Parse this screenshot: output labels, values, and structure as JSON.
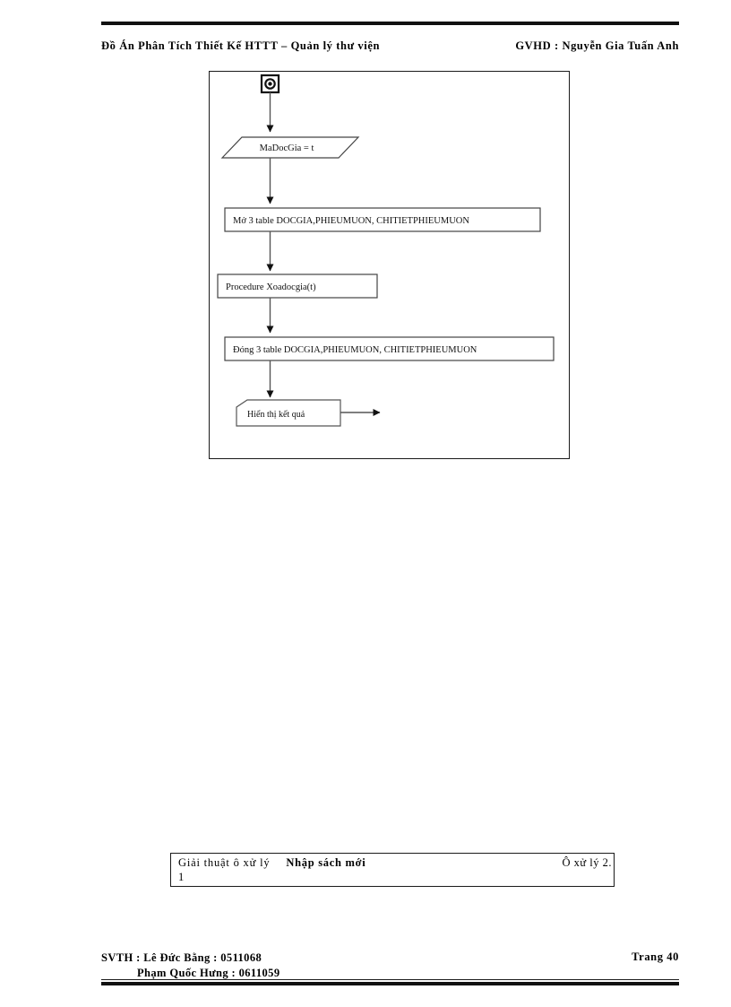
{
  "header": {
    "left_text": "Đồ Án Phân Tích Thiết Kế HTTT – Quản lý thư viện",
    "right_text": "GVHD : Nguyễn Gia Tuấn Anh"
  },
  "flowchart": {
    "nodes": {
      "start": "start-node-ring",
      "input": "MaDocGia = t",
      "open_tables": "Mở 3 table DOCGIA,PHIEUMUON, CHITIETPHIEUMUON",
      "procedure": "Procedure Xoadocgia(t)",
      "close_tables": "Đóng 3 table DOCGIA,PHIEUMUON, CHITIETPHIEUMUON",
      "display": "Hiển thị kết quả"
    }
  },
  "caption": {
    "prefix": "Giải thuật ô xử lý",
    "strong": "Nhập sách mới",
    "right": "Ô xử lý 2.",
    "line2": "1"
  },
  "footer": {
    "name_line_1": "SVTH :  Lê Đức Bằng : 0511068",
    "name_line_2": "Phạm Quốc Hưng : 0611059",
    "page": "Trang  40"
  }
}
